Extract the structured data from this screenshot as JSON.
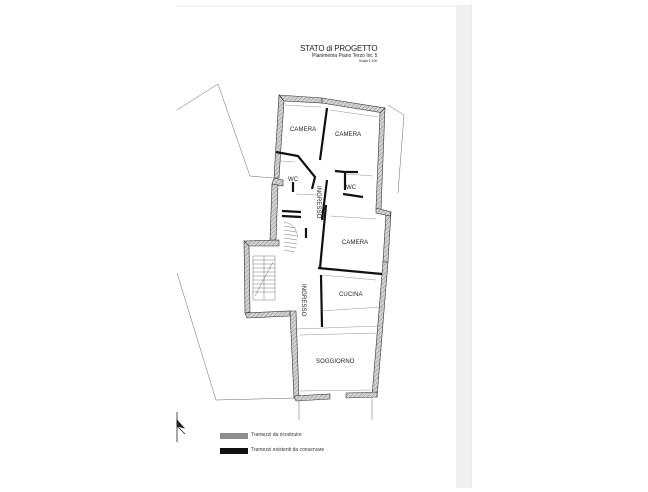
{
  "document": {
    "title": "STATO di PROGETTO",
    "subtitle": "Planimetria Piano Terzo Int. 5",
    "scale": "Scala 1:100"
  },
  "rooms": [
    {
      "id": "camera-1",
      "label": "CAMERA"
    },
    {
      "id": "camera-2",
      "label": "CAMERA"
    },
    {
      "id": "wc-1",
      "label": "WC"
    },
    {
      "id": "wc-2",
      "label": "WC"
    },
    {
      "id": "ingresso-1",
      "label": "INGRESSO"
    },
    {
      "id": "camera-3",
      "label": "CAMERA"
    },
    {
      "id": "ingresso-2",
      "label": "INGRESSO"
    },
    {
      "id": "cucina",
      "label": "CUCINA"
    },
    {
      "id": "soggiorno",
      "label": "SOGGIORNO"
    }
  ],
  "legend": [
    {
      "label": "Tramezzi da ricostruire",
      "color": "#8c8c8c"
    },
    {
      "label": "Tramezzi esistenti da conservare",
      "color": "#111111"
    }
  ],
  "colors": {
    "wall_hatch": "#9a9a9a",
    "wall_outline": "#333333",
    "partition": "#111111",
    "scrollbar": "#f0f0f3"
  }
}
